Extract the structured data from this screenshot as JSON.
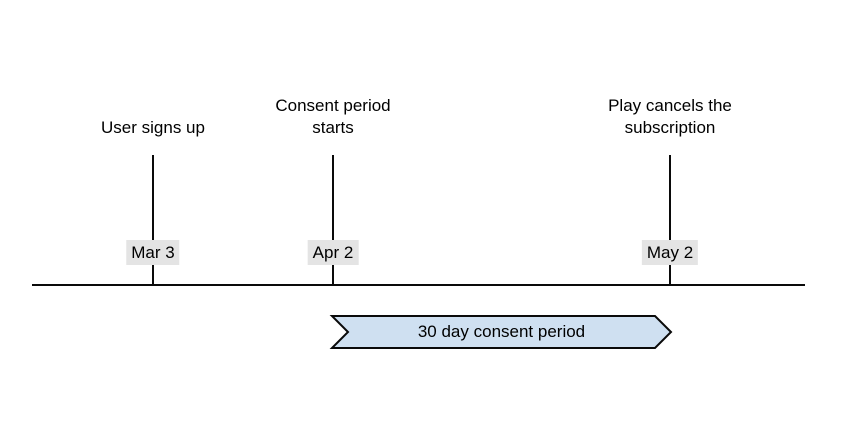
{
  "diagram": {
    "type": "timeline",
    "title": "",
    "axis": {
      "name": "timeline-axis",
      "color": "#0a0a0a"
    },
    "events": [
      {
        "id": "user-signs-up",
        "title": "User signs up",
        "date": "Mar 3",
        "lines": 1
      },
      {
        "id": "consent-period-starts",
        "title": "Consent period\nstarts",
        "date": "Apr 2",
        "lines": 2
      },
      {
        "id": "play-cancels-subscription",
        "title": "Play cancels the\nsubscription",
        "date": "May 2",
        "lines": 2
      }
    ],
    "period_banner": {
      "label": "30 day consent period",
      "fill": "#cfe0f1",
      "stroke": "#0a0a0a",
      "start_event": "consent-period-starts",
      "end_event": "play-cancels-subscription"
    },
    "colors": {
      "background": "#ffffff",
      "line": "#0a0a0a",
      "date_chip_background": "#e4e4e4",
      "banner_fill": "#cfe0f1",
      "text": "#000000"
    }
  }
}
